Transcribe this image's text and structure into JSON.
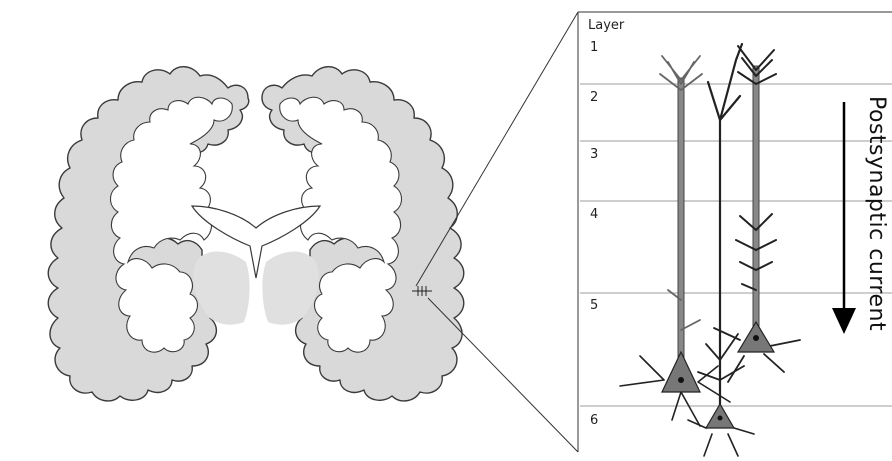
{
  "diagram": {
    "layers_heading": "Layer",
    "layers": [
      {
        "label": "1"
      },
      {
        "label": "2"
      },
      {
        "label": "3"
      },
      {
        "label": "4"
      },
      {
        "label": "5"
      },
      {
        "label": "6"
      }
    ],
    "current_label": "Postsynaptic current"
  },
  "colors": {
    "cortex_fill": "#d9d9d9",
    "outline": "#3a3a3a",
    "layer_line": "#bdbdbd",
    "neuron_fill": "#777777",
    "neuron_stroke": "#222222",
    "white_matter": "#ffffff",
    "subcortical": "#e0e0e0",
    "arrow": "#000000"
  }
}
